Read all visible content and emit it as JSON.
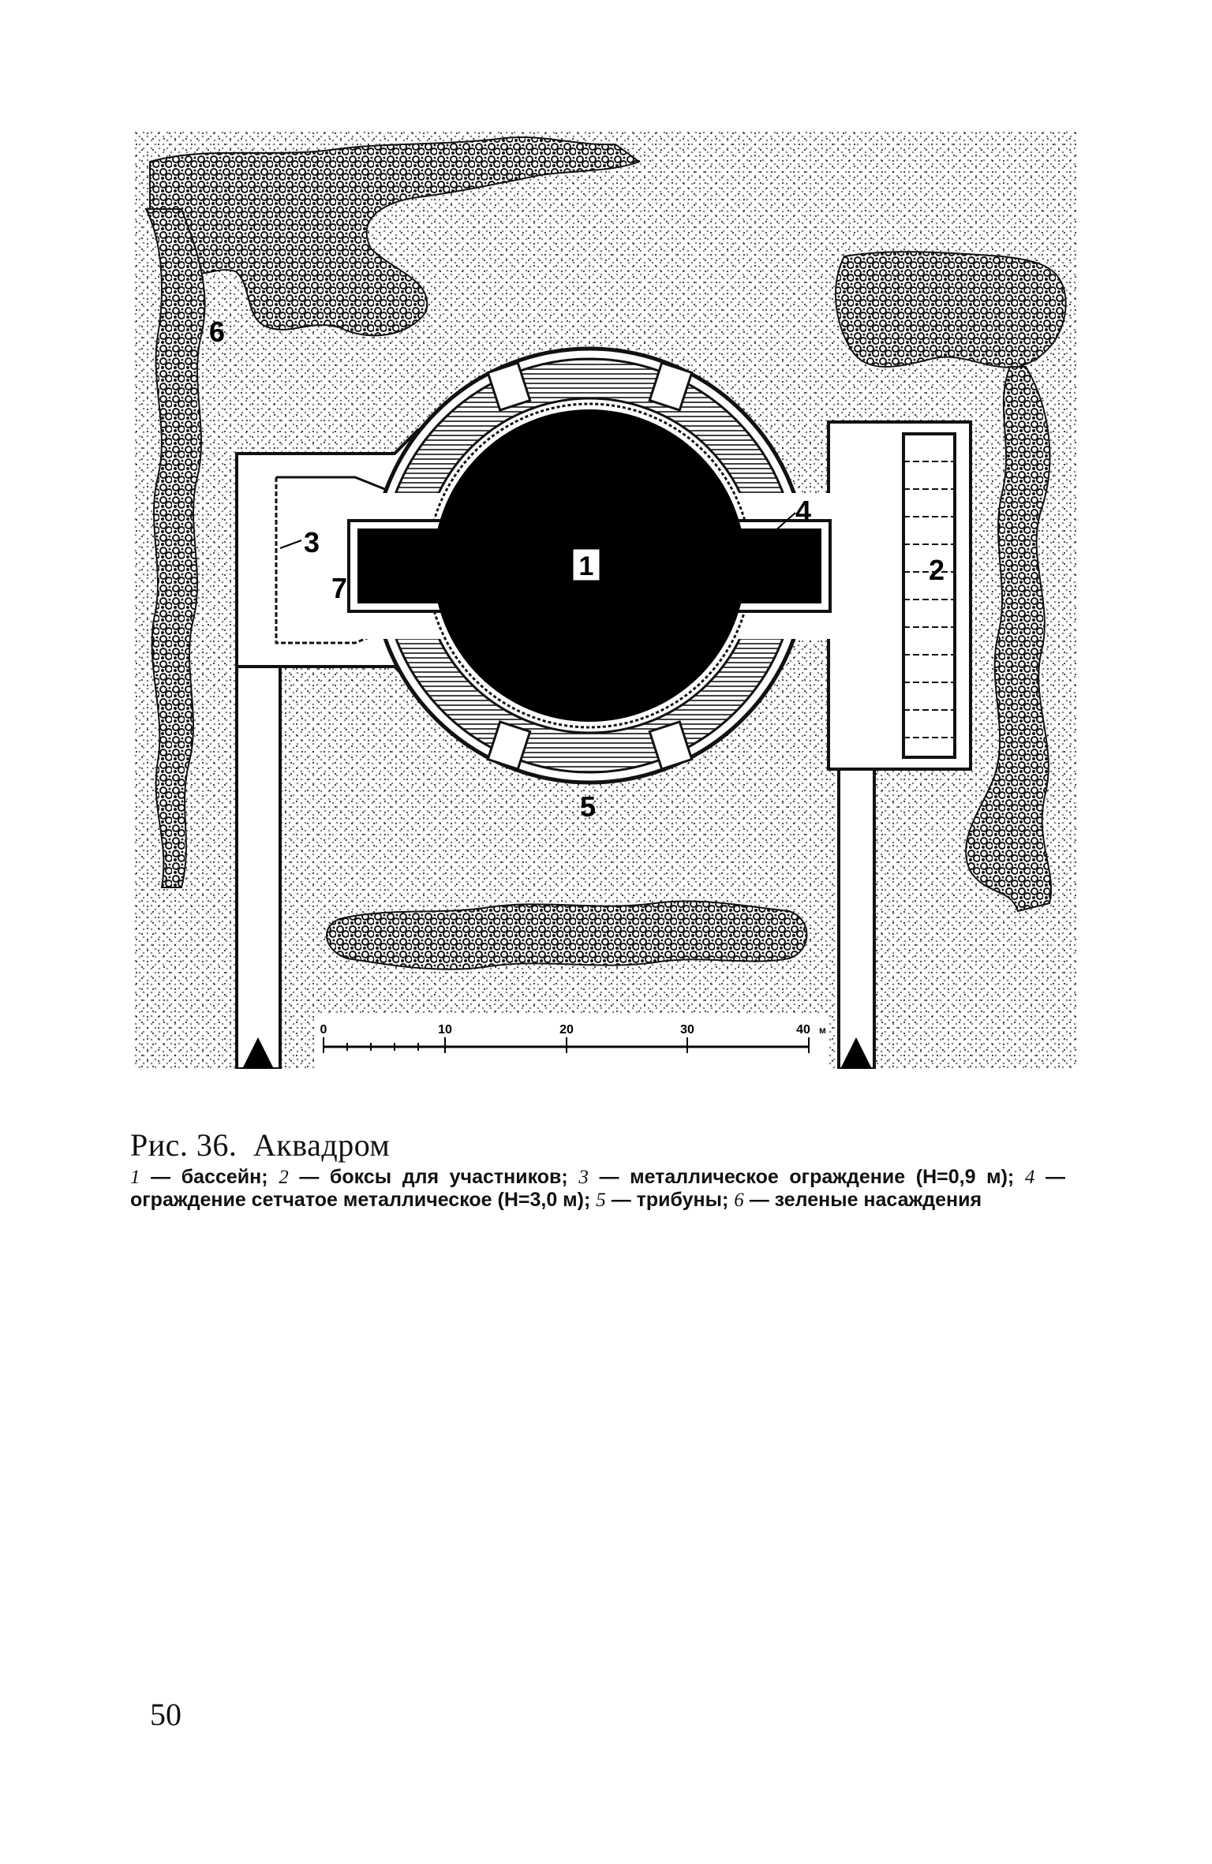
{
  "figure": {
    "labels": {
      "pool": "1",
      "boxes": "2",
      "fence_metal": "3",
      "fence_mesh": "4",
      "stands": "5",
      "greenery": "6",
      "entry": "7"
    },
    "scale": {
      "t0": "0",
      "t10": "10",
      "t20": "20",
      "t30": "30",
      "t40": "40",
      "unit": "м"
    }
  },
  "caption": {
    "fig_num": "Рис. 36.",
    "title": "Аквадром"
  },
  "legend": [
    {
      "num": "1",
      "text": " — бассейн; "
    },
    {
      "num": "2",
      "text": " — боксы для участников; "
    },
    {
      "num": "3",
      "text": " — металлическое ограждение (Н=0,9 м); "
    },
    {
      "num": "4",
      "text": " — ограждение сетчатое металлическое (Н=3,0 м); "
    },
    {
      "num": "5",
      "text": " — трибуны; "
    },
    {
      "num": "6",
      "text": " — зеленые насаждения"
    }
  ],
  "page_number": "50"
}
